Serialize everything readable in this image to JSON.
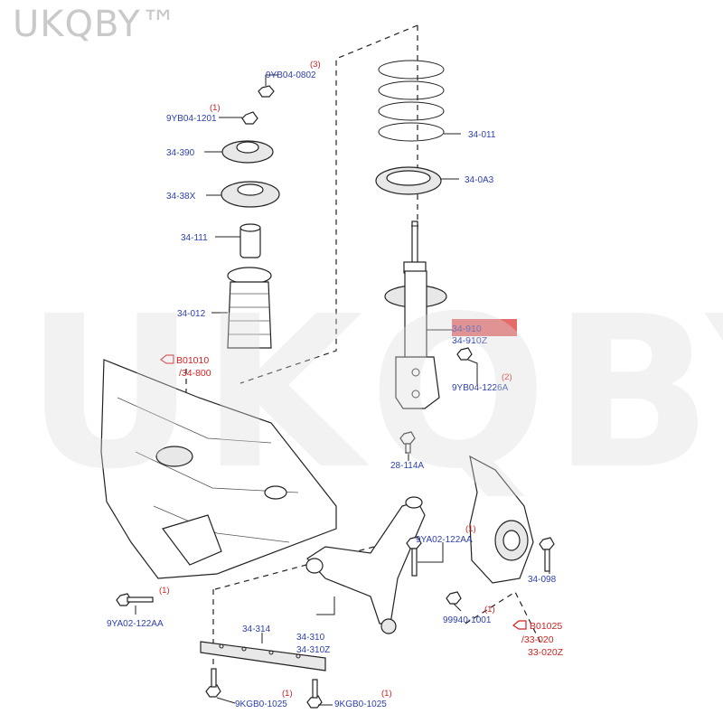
{
  "watermark": {
    "corner": "UKQBY™",
    "center": "UKQBY™"
  },
  "labels": {
    "p_9yb04_0802": "9YB04-0802",
    "q_9yb04_0802": "(3)",
    "p_9yb04_1201": "9YB04-1201",
    "q_9yb04_1201": "(1)",
    "p_34_390": "34-390",
    "p_34_38x": "34-38X",
    "p_34_111": "34-111",
    "p_34_012": "34-012",
    "p_34_011": "34-011",
    "p_34_0a3": "34-0A3",
    "p_34_910": "34-910",
    "p_34_910z": "34-910Z",
    "p_9yb04_1226a": "9YB04-1226A",
    "q_9yb04_1226a": "(2)",
    "p_28_114a": "28-114A",
    "ref_b01010": "B01010",
    "ref_34_800": "/34-800",
    "p_9ya02_122aa_mid": "9YA02-122AA",
    "q_9ya02_122aa_mid": "(1)",
    "p_9ya02_122aa_left": "9YA02-122AA",
    "q_9ya02_122aa_left": "(1)",
    "p_34_098": "34-098",
    "p_99940_1001": "99940-1001",
    "q_99940_1001": "(1)",
    "ref_b01025": "B01025",
    "ref_33_020": "/33-020",
    "ref_33_020z": "33-020Z",
    "p_34_314": "34-314",
    "p_34_310": "34-310",
    "p_34_310z": "34-310Z",
    "p_9kgb0_1025_left": "9KGB0-1025",
    "q_9kgb0_1025_left": "(1)",
    "p_9kgb0_1025_right": "9KGB0-1025",
    "q_9kgb0_1025_right": "(1)"
  },
  "colors": {
    "part_number": "#2c3fb0",
    "quantity": "#d42020",
    "highlight": "#e05050"
  }
}
